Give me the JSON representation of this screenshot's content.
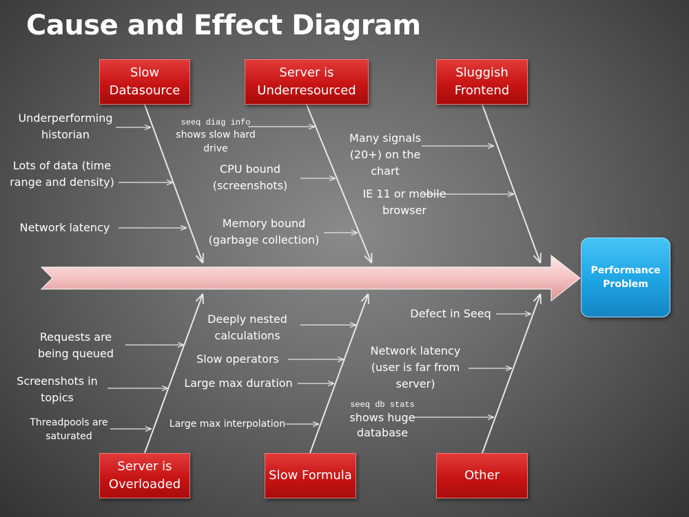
{
  "title": "Cause and Effect Diagram",
  "effect": "Performance Problem",
  "categories": {
    "slow_datasource": "Slow Datasource",
    "server_underresourced": "Server is Underresourced",
    "sluggish_frontend": "Sluggish Frontend",
    "server_overloaded": "Server is Overloaded",
    "slow_formula": "Slow Formula",
    "other": "Other"
  },
  "causes": {
    "underperforming_historian": "Underperforming historian",
    "lots_of_data": "Lots of data (time range and density)",
    "network_latency_datasource": "Network latency",
    "seeq_diag_command": "seeq diag info",
    "seeq_diag_text": "shows slow hard drive",
    "cpu_bound": "CPU bound (screenshots)",
    "memory_bound": "Memory bound (garbage collection)",
    "many_signals": "Many signals (20+) on the chart",
    "ie11_mobile": "IE 11 or mobile browser",
    "requests_queued": "Requests are being queued",
    "screenshots_topics": "Screenshots in topics",
    "threadpools_saturated": "Threadpools are saturated",
    "deeply_nested": "Deeply nested calculations",
    "slow_operators": "Slow operators",
    "large_max_duration": "Large max duration",
    "large_max_interpolation": "Large max interpolation",
    "defect_in_seeq": "Defect in Seeq",
    "network_latency_other": "Network latency (user is far from server)",
    "seeq_db_command": "seeq db stats",
    "seeq_db_text": "shows huge database"
  },
  "colors": {
    "category_red": "#c81414",
    "effect_blue": "#1ea3e3",
    "spine_pink": "#f4c6c6",
    "text": "#ffffff"
  }
}
